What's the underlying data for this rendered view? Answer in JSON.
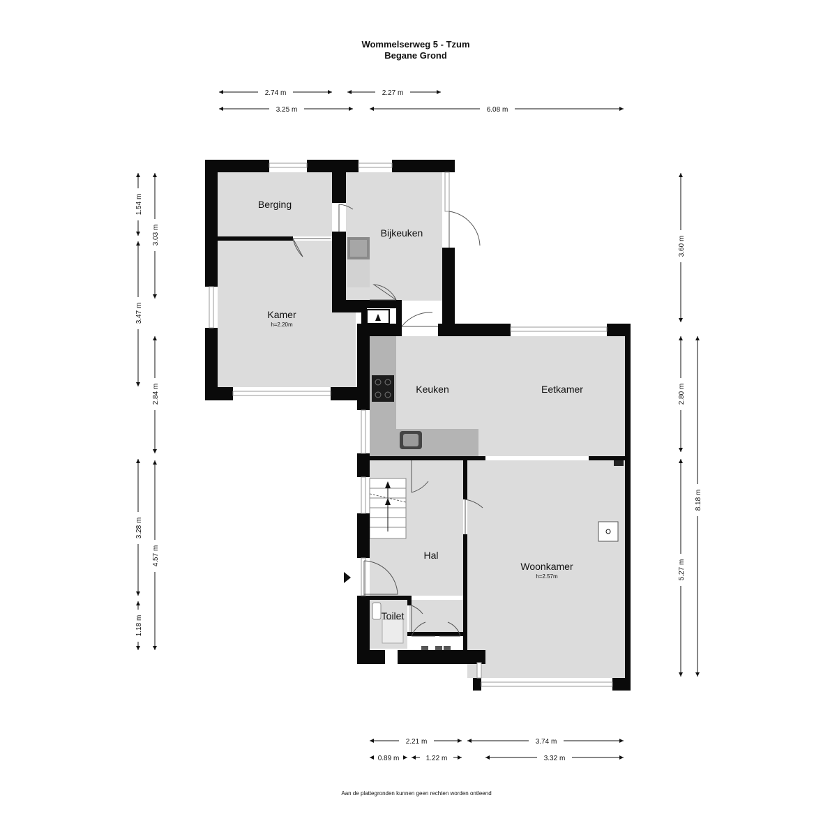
{
  "header": {
    "address": "Wommelserweg 5 - Tzum",
    "floor": "Begane Grond"
  },
  "rooms": {
    "berging": {
      "name": "Berging"
    },
    "bijkeuken": {
      "name": "Bijkeuken"
    },
    "kamer": {
      "name": "Kamer",
      "height": "h=2.20m"
    },
    "keuken": {
      "name": "Keuken"
    },
    "eetkamer": {
      "name": "Eetkamer"
    },
    "hal": {
      "name": "Hal"
    },
    "toilet": {
      "name": "Toilet"
    },
    "woonkamer": {
      "name": "Woonkamer",
      "height": "h=2.57m"
    }
  },
  "dimensions": {
    "top_row1": [
      "2.74 m",
      "2.27 m"
    ],
    "top_row2": [
      "3.25 m",
      "6.08 m"
    ],
    "left_outer": [
      "1.54 m",
      "3.47 m",
      "3.28 m",
      "1.18 m"
    ],
    "left_inner": [
      "3.03 m",
      "2.84 m",
      "4.57 m"
    ],
    "right_inner": [
      "3.60 m",
      "2.80 m",
      "5.27 m"
    ],
    "right_outer": [
      "8.18 m"
    ],
    "bottom_row1": [
      "2.21 m",
      "3.74 m"
    ],
    "bottom_row2": [
      "0.89 m",
      "1.22 m",
      "3.32 m"
    ]
  },
  "disclaimer": "Aan de plattegronden kunnen geen rechten worden ontleend"
}
